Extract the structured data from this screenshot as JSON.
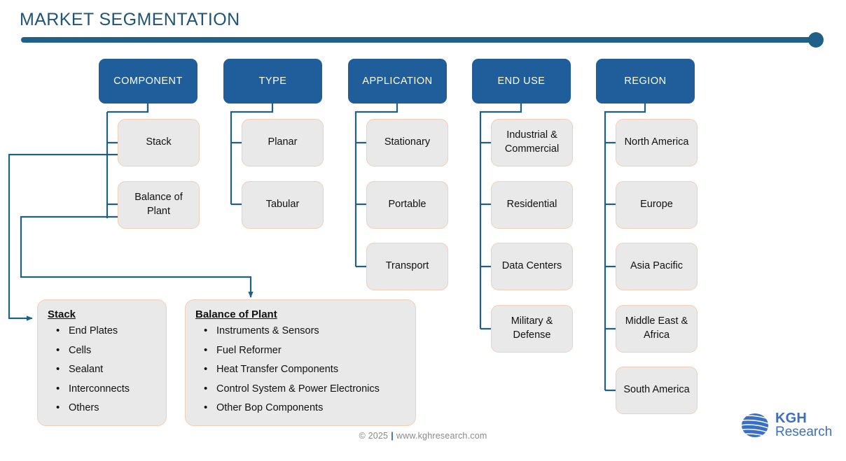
{
  "header": {
    "title": "MARKET SEGMENTATION",
    "rule_color": "#1F6088",
    "title_color": "#1F5576"
  },
  "theme": {
    "header_box_fill": "#1F5E9B",
    "header_box_text": "#FFFFFF",
    "item_box_fill": "#E9E9E9",
    "item_box_border": "#F3CDB4",
    "connector_color": "#1F6088",
    "logo_color": "#3A6FC4",
    "footer_text": "#8A8A8A"
  },
  "columns": [
    {
      "header": "COMPONENT",
      "items": [
        "Stack",
        "Balance of Plant"
      ]
    },
    {
      "header": "TYPE",
      "items": [
        "Planar",
        "Tabular"
      ]
    },
    {
      "header": "APPLICATION",
      "items": [
        "Stationary",
        "Portable",
        "Transport"
      ]
    },
    {
      "header": "END USE",
      "items": [
        "Industrial & Commercial",
        "Residential",
        "Data Centers",
        "Military & Defense"
      ]
    },
    {
      "header": "REGION",
      "items": [
        "North America",
        "Europe",
        "Asia Pacific",
        "Middle East & Africa",
        "South America"
      ]
    }
  ],
  "details": [
    {
      "title": "Stack",
      "bullets": [
        "End Plates",
        "Cells",
        "Sealant",
        "Interconnects",
        "Others"
      ]
    },
    {
      "title": "Balance of Plant",
      "bullets": [
        "Instruments & Sensors",
        "Fuel Reformer",
        "Heat Transfer Components",
        "Control System & Power Electronics",
        "Other Bop Components"
      ]
    }
  ],
  "footer": {
    "copyright": "© 2025",
    "separator": "|",
    "website": "www.kghresearch.com"
  },
  "logo": {
    "line1": "KGH",
    "line2": "Research",
    "mark": "globe-icon"
  }
}
